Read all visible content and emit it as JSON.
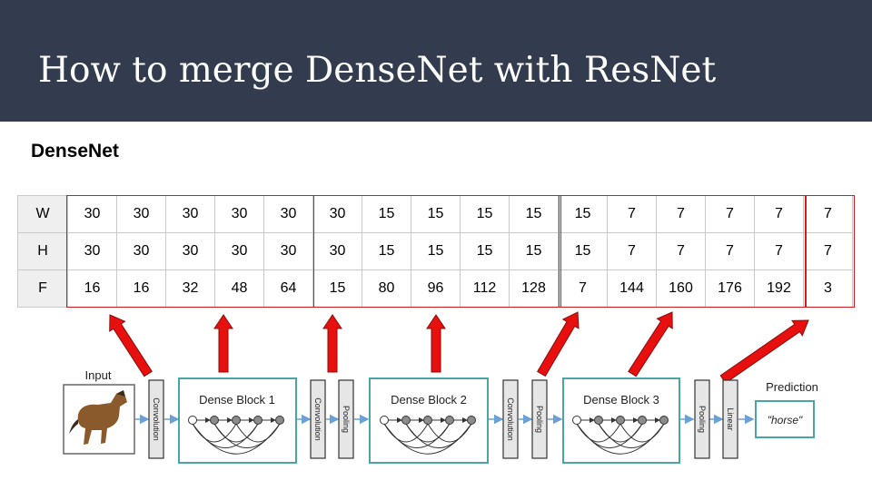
{
  "slide": {
    "title": "How to merge DenseNet with ResNet",
    "subtitle": "DenseNet"
  },
  "table": {
    "rows": [
      {
        "label": "W",
        "values": [
          "30",
          "30",
          "30",
          "30",
          "30",
          "30",
          "15",
          "15",
          "15",
          "15",
          "15",
          "7",
          "7",
          "7",
          "7",
          "7"
        ]
      },
      {
        "label": "H",
        "values": [
          "30",
          "30",
          "30",
          "30",
          "30",
          "30",
          "15",
          "15",
          "15",
          "15",
          "15",
          "7",
          "7",
          "7",
          "7",
          "7"
        ]
      },
      {
        "label": "F",
        "values": [
          "16",
          "16",
          "32",
          "48",
          "64",
          "15",
          "80",
          "96",
          "112",
          "128",
          "7",
          "144",
          "160",
          "176",
          "192",
          "3"
        ]
      }
    ]
  },
  "diagram": {
    "input_label": "Input",
    "prediction_label": "Prediction",
    "prediction_value": "\"horse\"",
    "convolution_label": "Convolution",
    "pooling_label": "Pooling",
    "linear_label": "Linear",
    "dense_block_1": "Dense Block 1",
    "dense_block_2": "Dense Block 2",
    "dense_block_3": "Dense Block 3"
  },
  "colors": {
    "header_bg": "#323c4e",
    "group_border": "#d21b1b",
    "arrow_fill": "#e8100f",
    "block_border": "#4aa6a6",
    "flow_arrow": "#6aa0d6"
  }
}
